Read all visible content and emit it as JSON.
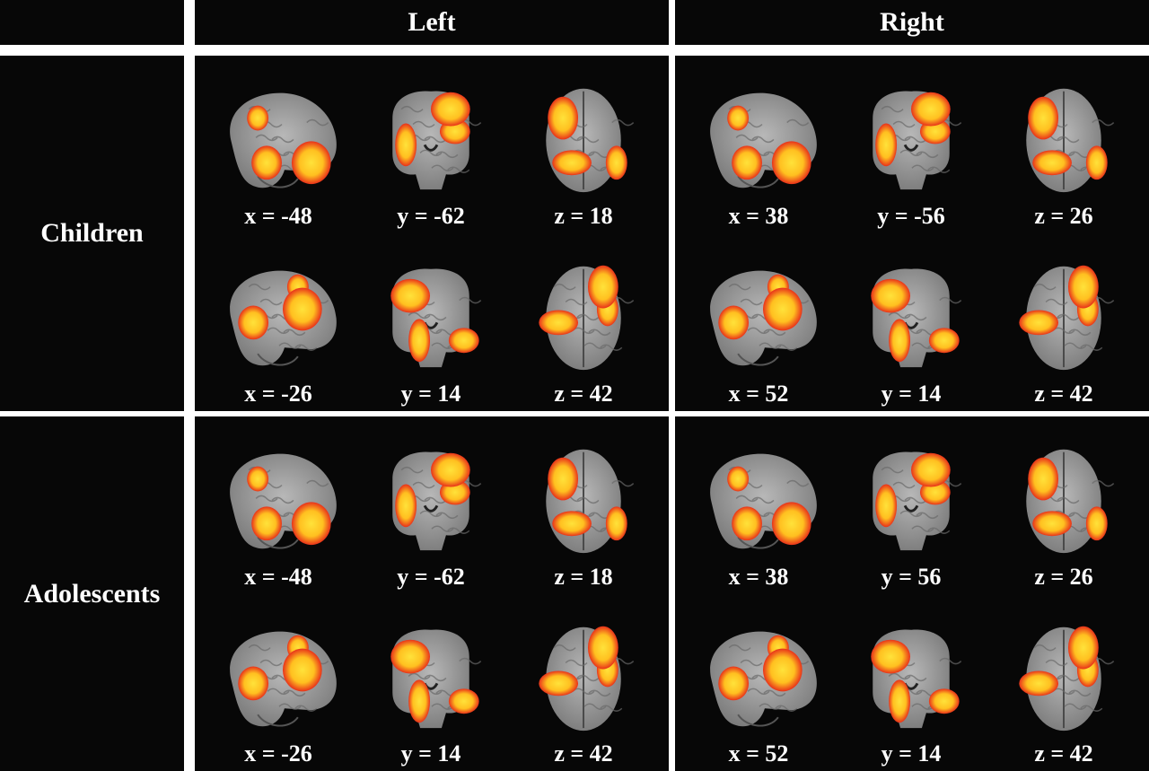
{
  "columns": {
    "left": "Left",
    "right": "Right"
  },
  "rows": {
    "children": "Children",
    "adolescents": "Adolescents"
  },
  "coordinates": {
    "children": {
      "left": [
        [
          "x = -48",
          "y = -62",
          "z = 18"
        ],
        [
          "x = -26",
          "y = 14",
          "z = 42"
        ]
      ],
      "right": [
        [
          "x = 38",
          "y = -56",
          "z = 26"
        ],
        [
          "x = 52",
          "y = 14",
          "z = 42"
        ]
      ]
    },
    "adolescents": {
      "left": [
        [
          "x = -48",
          "y = -62",
          "z = 18"
        ],
        [
          "x = -26",
          "y = 14",
          "z = 42"
        ]
      ],
      "right": [
        [
          "x = 38",
          "y = 56",
          "z = 26"
        ],
        [
          "x = 52",
          "y = 14",
          "z = 42"
        ]
      ]
    }
  },
  "colors": {
    "background": "#070707",
    "divider": "#ffffff",
    "brain": "#9a9a9a",
    "activation_core": "#ffe23a",
    "activation_edge": "#e8321a"
  },
  "icons": [
    "brain-sagittal-slice",
    "brain-coronal-slice",
    "brain-axial-slice"
  ]
}
